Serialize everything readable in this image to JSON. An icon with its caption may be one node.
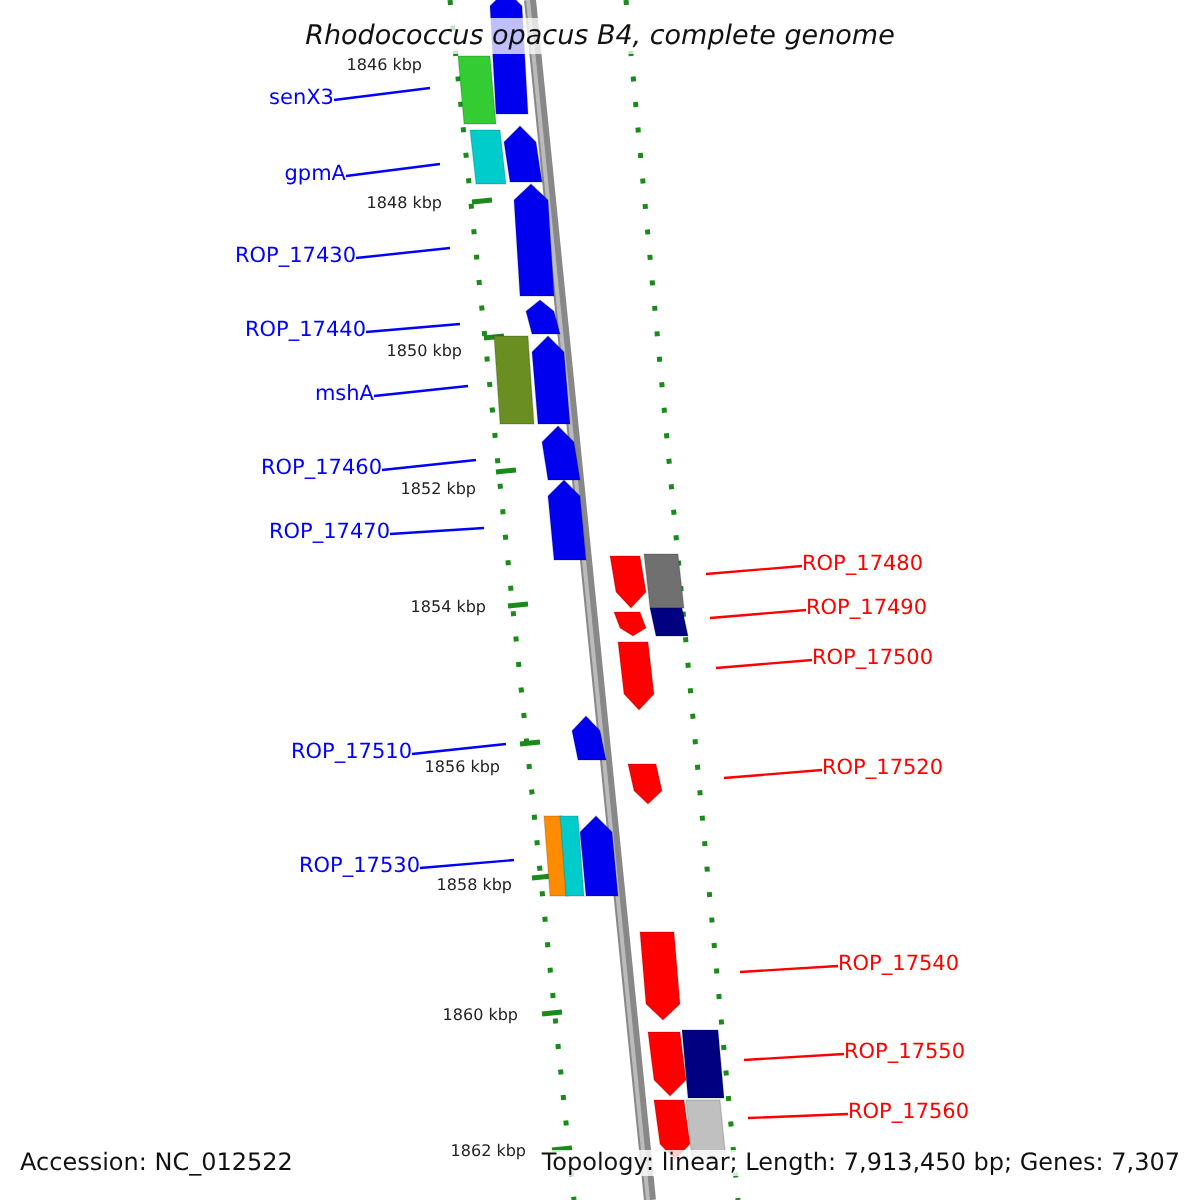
{
  "diagram": {
    "title": "Rhodococcus opacus B4, complete genome",
    "nodes": [
      {
        "text": [
          "senX3"
        ]
      },
      {
        "text": [
          "gpmA"
        ]
      },
      {
        "text": [
          "ROP_17430"
        ]
      },
      {
        "text": [
          "ROP_17440"
        ]
      },
      {
        "text": [
          "mshA"
        ]
      },
      {
        "text": [
          "ROP_17460"
        ]
      },
      {
        "text": [
          "ROP_17470"
        ]
      },
      {
        "text": [
          "ROP_17480"
        ]
      },
      {
        "text": [
          "ROP_17490"
        ]
      },
      {
        "text": [
          "ROP_17500"
        ]
      },
      {
        "text": [
          "ROP_17510"
        ]
      },
      {
        "text": [
          "ROP_17520"
        ]
      },
      {
        "text": [
          "ROP_17530"
        ]
      },
      {
        "text": [
          "ROP_17540"
        ]
      },
      {
        "text": [
          "ROP_17550"
        ]
      },
      {
        "text": [
          "ROP_17560"
        ]
      }
    ],
    "edges": [
      {
        "from": 0,
        "to": null,
        "arrow": "none"
      },
      {
        "from": 1,
        "to": null,
        "arrow": "none"
      },
      {
        "from": 2,
        "to": null,
        "arrow": "none"
      },
      {
        "from": 3,
        "to": null,
        "arrow": "none"
      },
      {
        "from": 4,
        "to": null,
        "arrow": "none"
      },
      {
        "from": 5,
        "to": null,
        "arrow": "none"
      },
      {
        "from": 6,
        "to": null,
        "arrow": "none"
      },
      {
        "from": 7,
        "to": null,
        "arrow": "none",
        "color": "#ff0000"
      },
      {
        "from": 8,
        "to": null,
        "arrow": "none",
        "color": "#ff0000"
      },
      {
        "from": 9,
        "to": null,
        "arrow": "none",
        "color": "#ff0000"
      },
      {
        "from": 10,
        "to": null,
        "arrow": "none"
      },
      {
        "from": 11,
        "to": null,
        "arrow": "none",
        "color": "#ff0000"
      },
      {
        "from": 12,
        "to": null,
        "arrow": "none"
      },
      {
        "from": 13,
        "to": null,
        "arrow": "none",
        "color": "#ff0000"
      },
      {
        "from": 14,
        "to": null,
        "arrow": "none",
        "color": "#ff0000"
      },
      {
        "from": 15,
        "to": null,
        "arrow": "none",
        "color": "#ff0000"
      }
    ],
    "labels": [
      "1846 kbp",
      "1848 kbp",
      "1850 kbp",
      "1852 kbp",
      "1854 kbp",
      "1856 kbp",
      "1858 kbp",
      "1860 kbp",
      "1862 kbp",
      "Accession: NC_012522",
      "Topology: linear; Length: 7,913,450 bp; Genes: 7,307"
    ]
  }
}
